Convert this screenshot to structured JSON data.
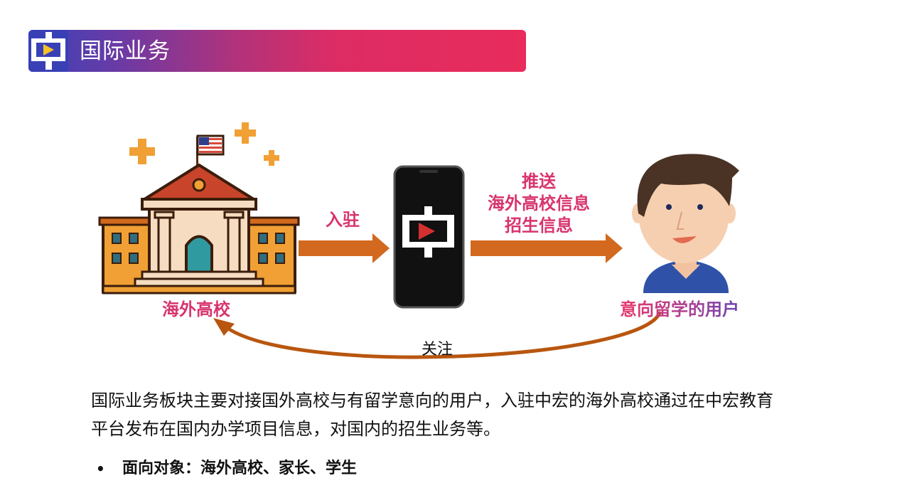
{
  "header": {
    "title": "国际业务",
    "logo_icon": "brand-logo-icon",
    "gradient_colors": [
      "#3a43b9",
      "#b2327a",
      "#e82c5c"
    ]
  },
  "diagram": {
    "school_label": "海外高校",
    "enter_label": "入驻",
    "push_lines": [
      "推送",
      "海外高校信息",
      "招生信息"
    ],
    "user_label": "意向留学的用户",
    "follow_label": "关注",
    "icons": [
      "university-icon",
      "phone-app-icon",
      "student-avatar-icon"
    ],
    "accent_color": "#d8346e",
    "arrow_color": "#d2691e"
  },
  "body": {
    "description": "国际业务板块主要对接国外高校与有留学意向的用户，入驻中宏的海外高校通过在中宏教育平台发布在国内办学项目信息，对国内的招生业务等。",
    "bullets": [
      {
        "marker": "•",
        "text": "面向对象：海外高校、家长、学生"
      }
    ]
  }
}
